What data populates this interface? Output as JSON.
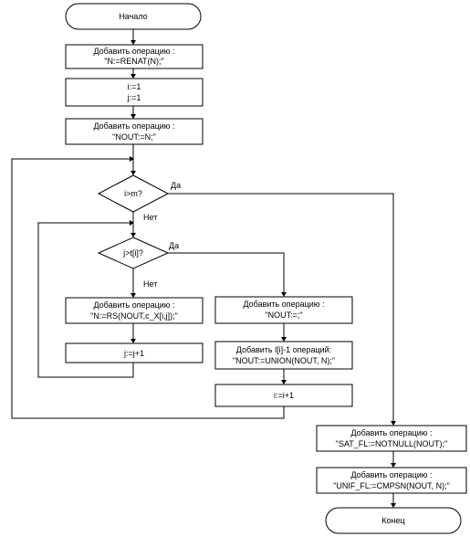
{
  "flowchart": {
    "start": "Начало",
    "end": "Конец",
    "op1": {
      "line1": "Добавить операцию :",
      "line2": "\"N:=RENAT(N);\""
    },
    "init": {
      "line1": "i:=1",
      "line2": "j:=1"
    },
    "op2": {
      "line1": "Добавить операцию :",
      "line2": "\"NOUT:=N;\""
    },
    "cond_i": "i>m?",
    "cond_j": "j>t[i]?",
    "yes": "Да",
    "no": "Нет",
    "op3": {
      "line1": "Добавить операцию :",
      "line2": "\"N:=RS(NOUT,c_X[i,j]);\""
    },
    "inc_j": "j:=j+1",
    "op4": {
      "line1": "Добавить операцию :",
      "line2": "\"NOUT:=;\""
    },
    "op5": {
      "line1": "Добавить l[i]-1 операций:",
      "line2": "\"NOUT:=UNION(NOUT, N);\""
    },
    "inc_i": "i:=i+1",
    "op6": {
      "line1": "Добавить операцию :",
      "line2": "\"SAT_FL:=NOTNULL(NOUT);\""
    },
    "op7": {
      "line1": "Добавить операцию :",
      "line2": "\"UNIF_FL:=CMPSN(NOUT, N);\""
    }
  }
}
